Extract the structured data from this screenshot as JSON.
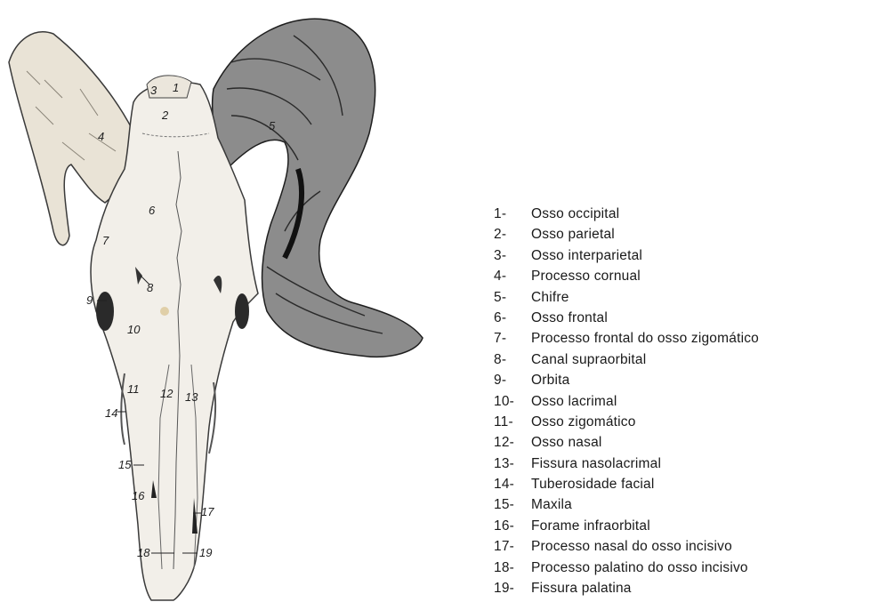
{
  "figure": {
    "numbers": [
      "1",
      "2",
      "3",
      "4",
      "5",
      "6",
      "7",
      "8",
      "9",
      "10",
      "11",
      "12",
      "13",
      "14",
      "15",
      "16",
      "17",
      "18",
      "19"
    ]
  },
  "legend": [
    {
      "num": "1-",
      "text": "Osso occipital"
    },
    {
      "num": "2-",
      "text": "Osso parietal"
    },
    {
      "num": "3-",
      "text": "Osso interparietal"
    },
    {
      "num": "4-",
      "text": "Processo cornual"
    },
    {
      "num": "5-",
      "text": "Chifre"
    },
    {
      "num": "6-",
      "text": "Osso frontal"
    },
    {
      "num": "7-",
      "text": "Processo frontal do osso zigomático"
    },
    {
      "num": "8-",
      "text": "Canal supraorbital"
    },
    {
      "num": "9-",
      "text": "Orbita"
    },
    {
      "num": "10-",
      "text": "Osso lacrimal"
    },
    {
      "num": "11-",
      "text": "Osso zigomático"
    },
    {
      "num": "12-",
      "text": "Osso nasal"
    },
    {
      "num": "13-",
      "text": "Fissura nasolacrimal"
    },
    {
      "num": "14-",
      "text": "Tuberosidade facial"
    },
    {
      "num": "15-",
      "text": "Maxila"
    },
    {
      "num": "16-",
      "text": "Forame infraorbital"
    },
    {
      "num": "17-",
      "text": "Processo nasal do osso incisivo"
    },
    {
      "num": "18-",
      "text": "Processo palatino do osso incisivo"
    },
    {
      "num": "19-",
      "text": "Fissura palatina"
    }
  ]
}
